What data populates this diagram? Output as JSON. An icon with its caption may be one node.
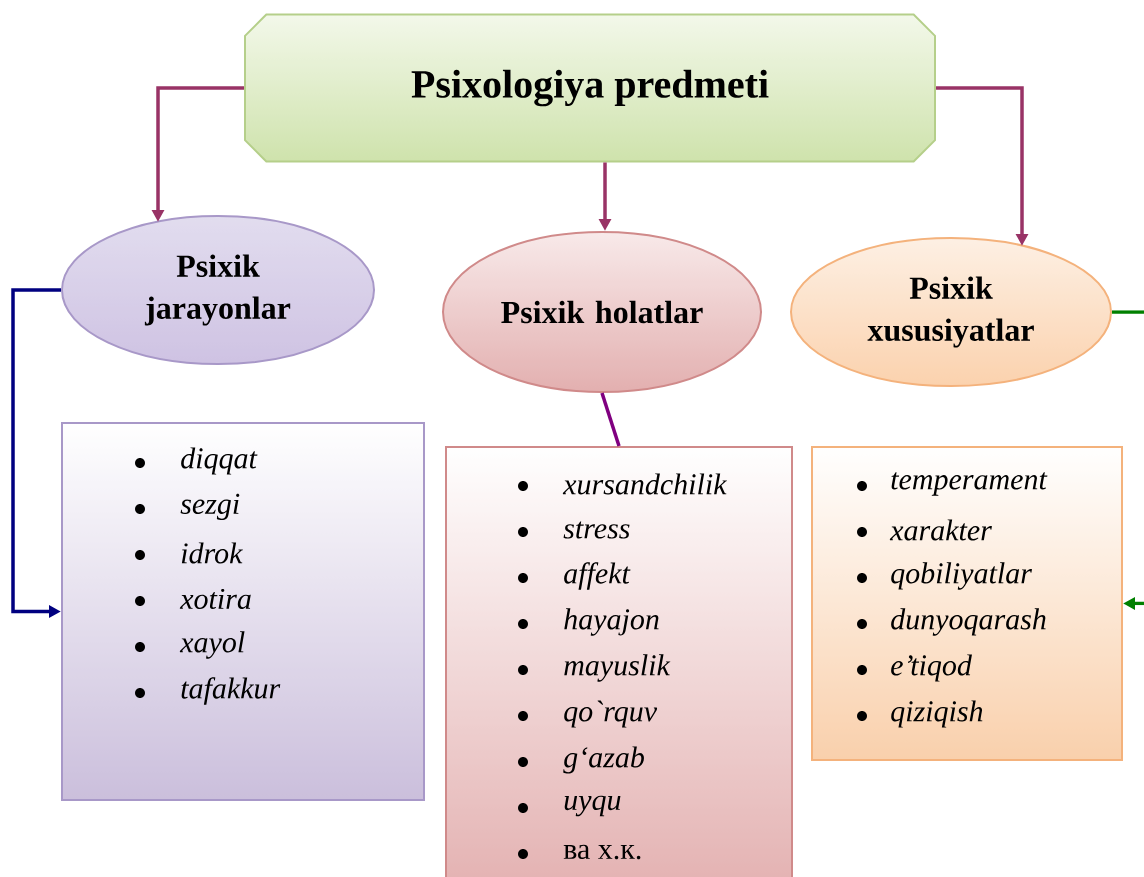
{
  "diagram": {
    "nodes": [
      {
        "text": [
          "Psixologiya predmeti"
        ]
      },
      {
        "text": [
          "Psixik jarayonlar"
        ]
      },
      {
        "text": [
          "Psixik holatlar"
        ]
      },
      {
        "text": [
          "Psixik xususiyatlar"
        ]
      },
      {
        "text": [
          "diqqat",
          "sezgi",
          "idrok",
          "xotira",
          "xayol",
          "tafakkur"
        ]
      },
      {
        "text": [
          "xursandchilik",
          "stress",
          "affekt",
          "hayajon",
          "mayuslik",
          "qo`rquv",
          "g‘azab",
          "uyqu",
          "ва х.к."
        ]
      },
      {
        "text": [
          "temperament",
          "xarakter",
          "qobiliyatlar",
          "dunyoqarash",
          "e’tiqod",
          "qiziqish"
        ]
      }
    ],
    "edges": [
      {
        "from": 0,
        "to": 1,
        "arrow": "to"
      },
      {
        "from": 0,
        "to": 2,
        "arrow": "to"
      },
      {
        "from": 0,
        "to": 3,
        "arrow": "to"
      },
      {
        "from": 1,
        "to": 4,
        "arrow": "to",
        "color": "#000080"
      },
      {
        "from": 2,
        "to": 5,
        "arrow": "none",
        "color": "#800080"
      },
      {
        "from": 3,
        "to": 6,
        "arrow": "to",
        "color": "#008000"
      }
    ]
  }
}
